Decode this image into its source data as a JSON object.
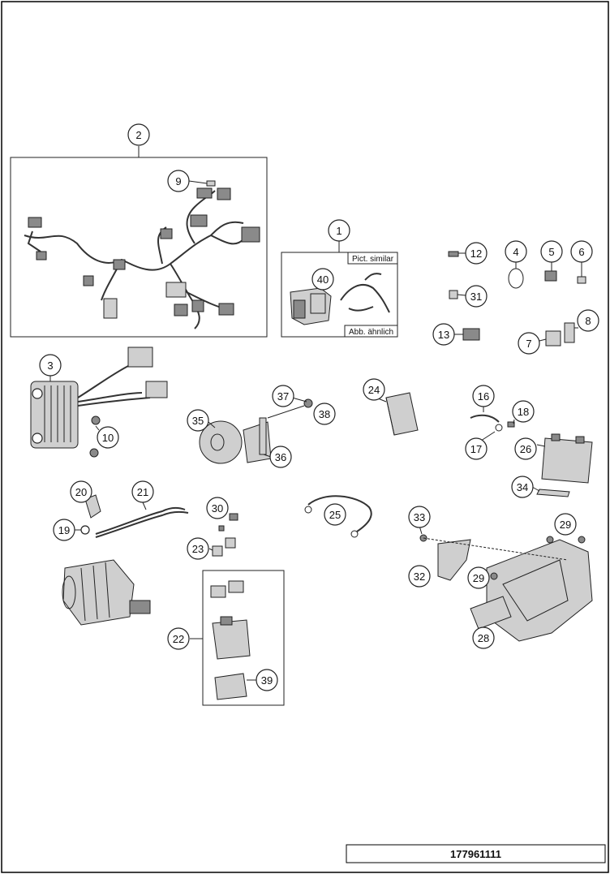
{
  "callouts": {
    "c1": "1",
    "c2": "2",
    "c3": "3",
    "c4": "4",
    "c5": "5",
    "c6": "6",
    "c7": "7",
    "c8": "8",
    "c9": "9",
    "c10": "10",
    "c12": "12",
    "c13": "13",
    "c16": "16",
    "c17": "17",
    "c18": "18",
    "c19": "19",
    "c20": "20",
    "c21": "21",
    "c22": "22",
    "c23": "23",
    "c24": "24",
    "c25": "25",
    "c26": "26",
    "c28": "28",
    "c29a": "29",
    "c29b": "29",
    "c30": "30",
    "c31": "31",
    "c32": "32",
    "c33": "33",
    "c34": "34",
    "c35": "35",
    "c36": "36",
    "c37": "37",
    "c38": "38",
    "c39": "39",
    "c40": "40"
  },
  "labels": {
    "pict_similar": "Pict. similar",
    "abb_aehnlich": "Abb. ähnlich"
  },
  "drawing_number": "177961111"
}
